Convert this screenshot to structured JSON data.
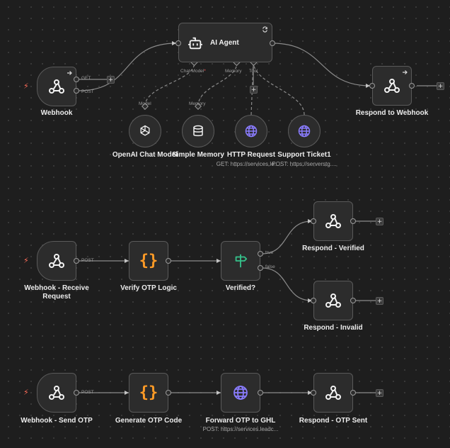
{
  "workflow": {
    "row1": {
      "webhook": {
        "label": "Webhook",
        "get": "GET",
        "post": "POST"
      },
      "agent": {
        "title": "AI Agent",
        "chat_model": "Chat Model",
        "required": "*",
        "memory": "Memory",
        "tool": "Tool"
      },
      "model": {
        "port_label": "Model",
        "label": "OpenAI Chat Model"
      },
      "memory": {
        "port_label": "Memory",
        "label": "Simple Memory"
      },
      "http": {
        "label": "HTTP Request",
        "sub": "GET: https://services.le..."
      },
      "ticket": {
        "label": "Support Ticket1",
        "sub": "POST: https://serverstg...."
      },
      "respond": {
        "label": "Respond to Webhook"
      }
    },
    "row2": {
      "webhook": {
        "label_line1": "Webhook - Receive",
        "label_line2": "Request",
        "post": "POST"
      },
      "verify": {
        "label": "Verify OTP Logic"
      },
      "verified": {
        "label": "Verified?",
        "true": "true",
        "false": "false"
      },
      "resp_verified": {
        "label": "Respond - Verified"
      },
      "resp_invalid": {
        "label": "Respond - Invalid"
      }
    },
    "row3": {
      "webhook": {
        "label": "Webhook - Send OTP",
        "post": "POST"
      },
      "generate": {
        "label": "Generate OTP Code"
      },
      "forward": {
        "label": "Forward OTP to GHL",
        "sub": "POST: https://services.leadc..."
      },
      "resp_sent": {
        "label": "Respond - OTP Sent"
      }
    },
    "plus": "+",
    "bolt": "⚡",
    "braces": "{}"
  },
  "icons": {
    "webhook": "webhook-icon",
    "agent": "robot-icon",
    "openai": "openai-icon",
    "memory": "database-icon",
    "http": "globe-icon",
    "code": "braces-icon",
    "if": "signpost-icon",
    "refresh": "refresh-icon",
    "arrow": "arrow-icon"
  },
  "colors": {
    "background": "#1e1e1e",
    "node": "#2c2c2c",
    "border": "#5a5a5a",
    "trigger": "#ff6d5a",
    "code": "#ff9b26",
    "if": "#35c18a",
    "globe": "#8a7cff"
  }
}
